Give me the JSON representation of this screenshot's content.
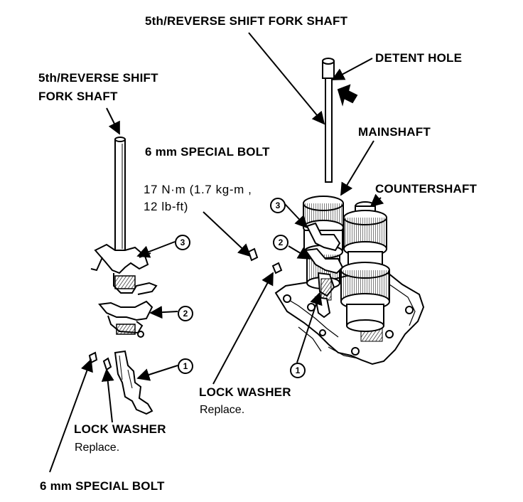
{
  "labels": {
    "shaft_top": "5th/REVERSE SHIFT FORK SHAFT",
    "detent_hole": "DETENT HOLE",
    "shaft_left_line1": "5th/REVERSE SHIFT",
    "shaft_left_line2": "FORK SHAFT",
    "mainshaft": "MAINSHAFT",
    "special_bolt_top": "6 mm SPECIAL BOLT",
    "countershaft": "COUNTERSHAFT",
    "torque_line1": "17 N·m (1.7 kg-m ,",
    "torque_line2": "12 lb-ft)",
    "lock_washer_right": "LOCK WASHER",
    "lock_washer_right_note": "Replace.",
    "lock_washer_left": "LOCK WASHER",
    "lock_washer_left_note": "Replace.",
    "special_bolt_bottom": "6 mm SPECIAL BOLT"
  },
  "callouts": {
    "n1": "1",
    "n2": "2",
    "n3": "3"
  },
  "colors": {
    "ink": "#000000",
    "paper": "#ffffff"
  }
}
